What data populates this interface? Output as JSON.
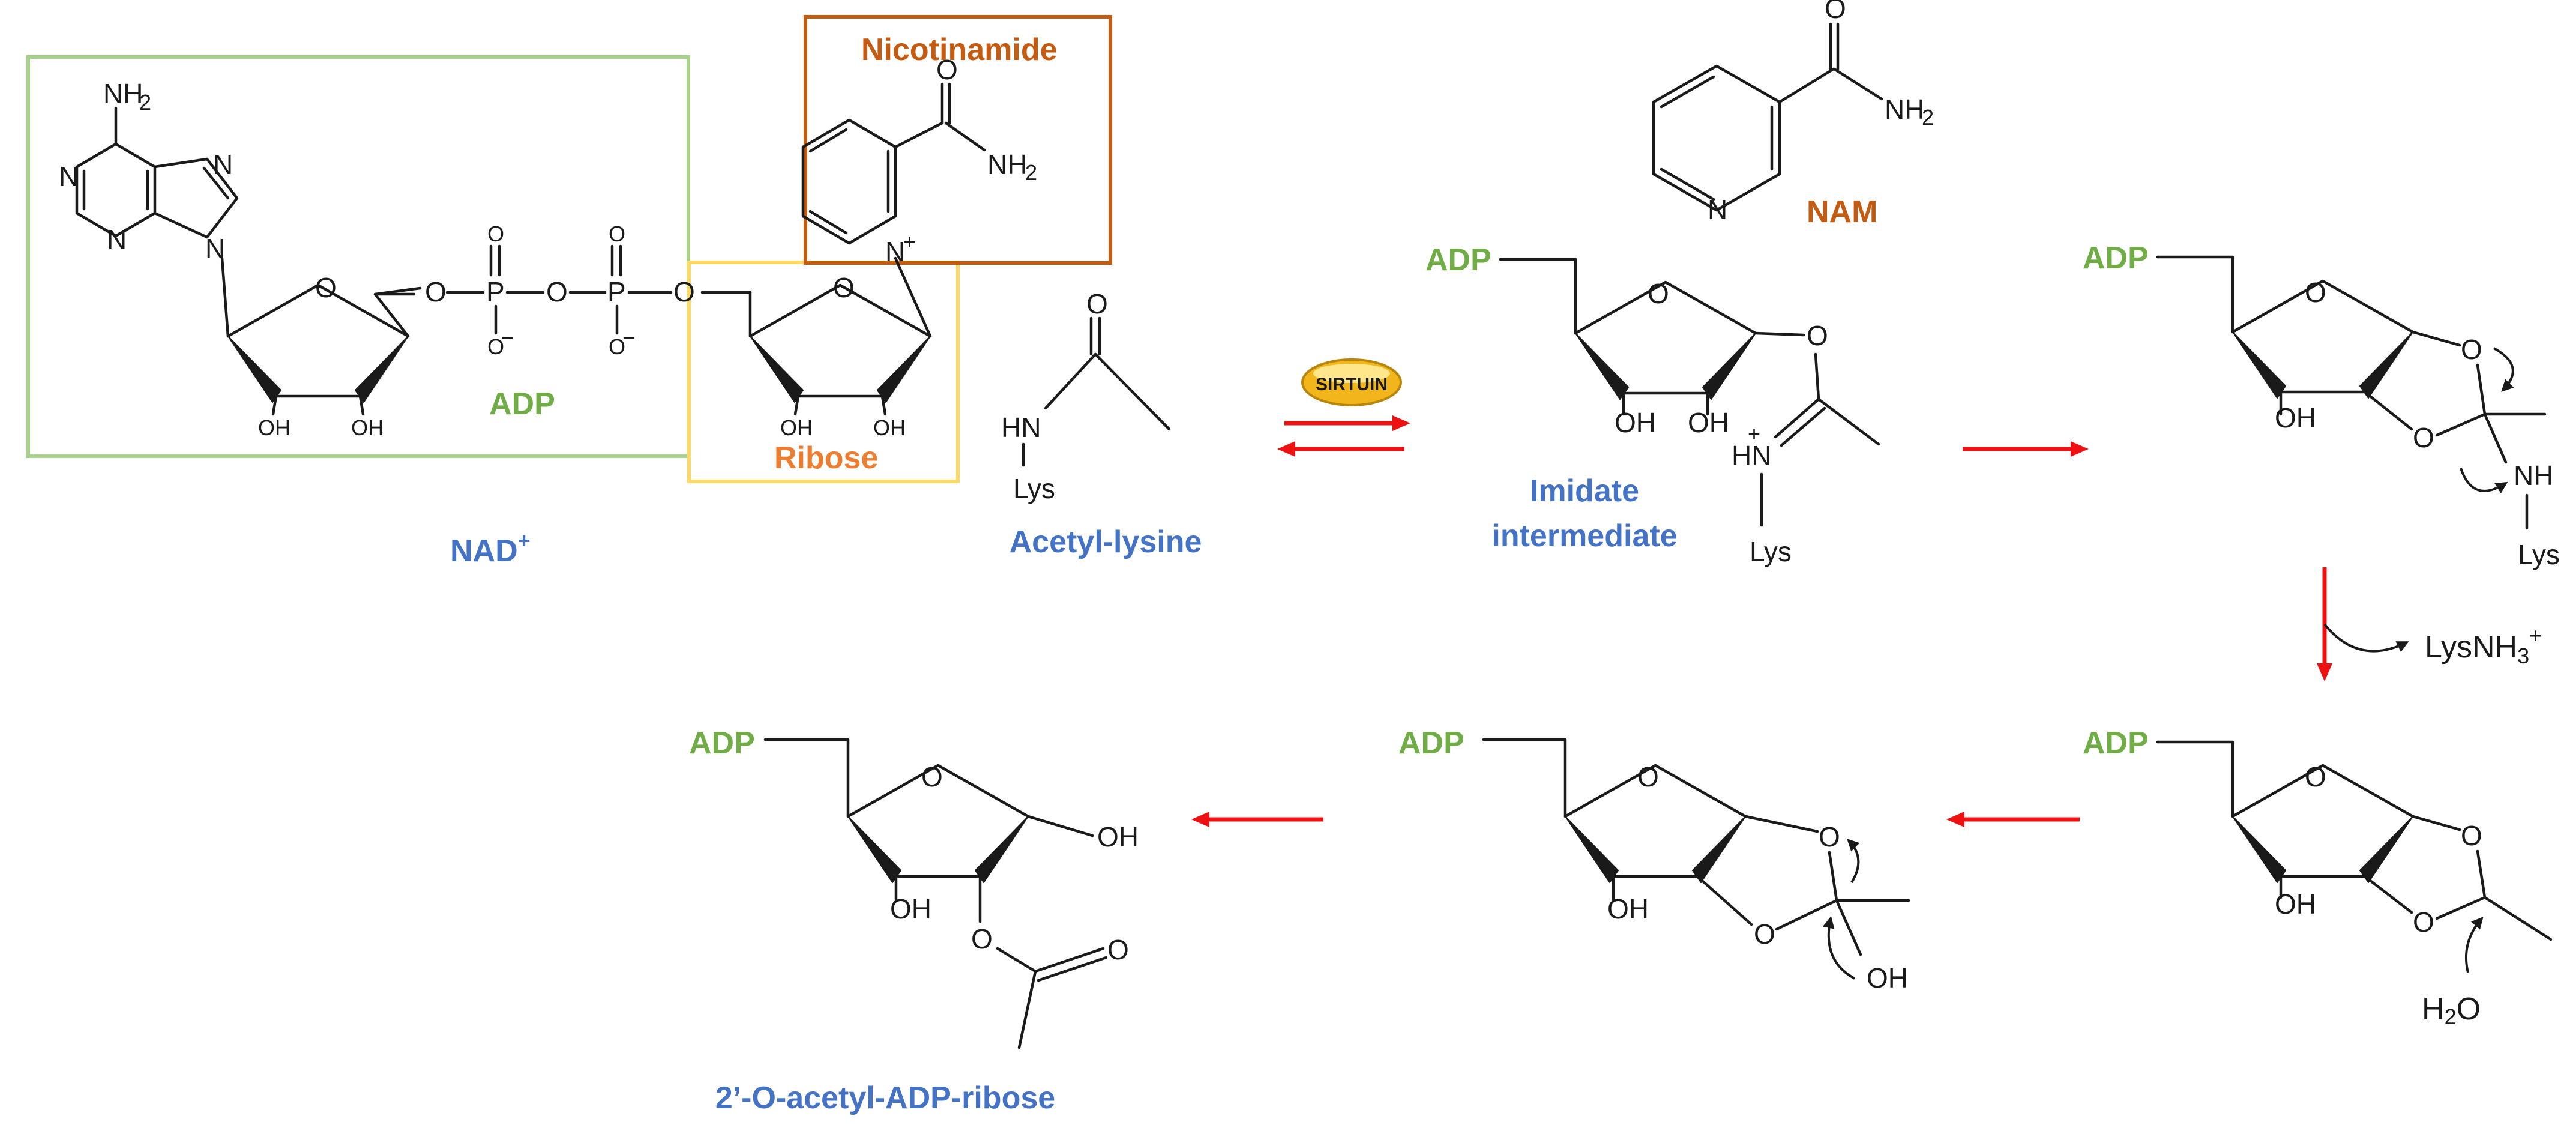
{
  "labels": {
    "nad": "NAD",
    "nad_sup": "+",
    "adp_region": "ADP",
    "ribose_region": "Ribose",
    "nicotinamide": "Nicotinamide",
    "acetyl_lysine": "Acetyl-lysine",
    "imidate_line1": "Imidate",
    "imidate_line2": "intermediate",
    "nam": "NAM",
    "product": "2’-O-acetyl-ADP-ribose",
    "sirtuin": "SIRTUIN",
    "lysnh3": "LysNH",
    "lysnh3_sub": "3",
    "lysnh3_sup": "+",
    "water": "H",
    "water_sub": "2",
    "water_o": "O"
  },
  "atoms": {
    "adp": "ADP",
    "lys": "Lys",
    "oh": "OH",
    "o": "O",
    "n": "N",
    "nh": "NH",
    "hn": "HN",
    "hn_plus": "+",
    "p": "P",
    "o_minus": "O",
    "minus": "−",
    "nplus": "N",
    "plus": "+",
    "nh2": "NH",
    "nh2_sub": "2",
    "h": "H"
  },
  "colors": {
    "label_blue": "#4472c4",
    "adp_green": "#70ad47",
    "ribose_orange": "#ed7d31",
    "nicotinamide_orange": "#c55a11",
    "adp_box": "#a9d18e",
    "ribose_box": "#ffd966",
    "nicotinamide_box": "#c55a11",
    "arrow_red": "#ee1111"
  }
}
